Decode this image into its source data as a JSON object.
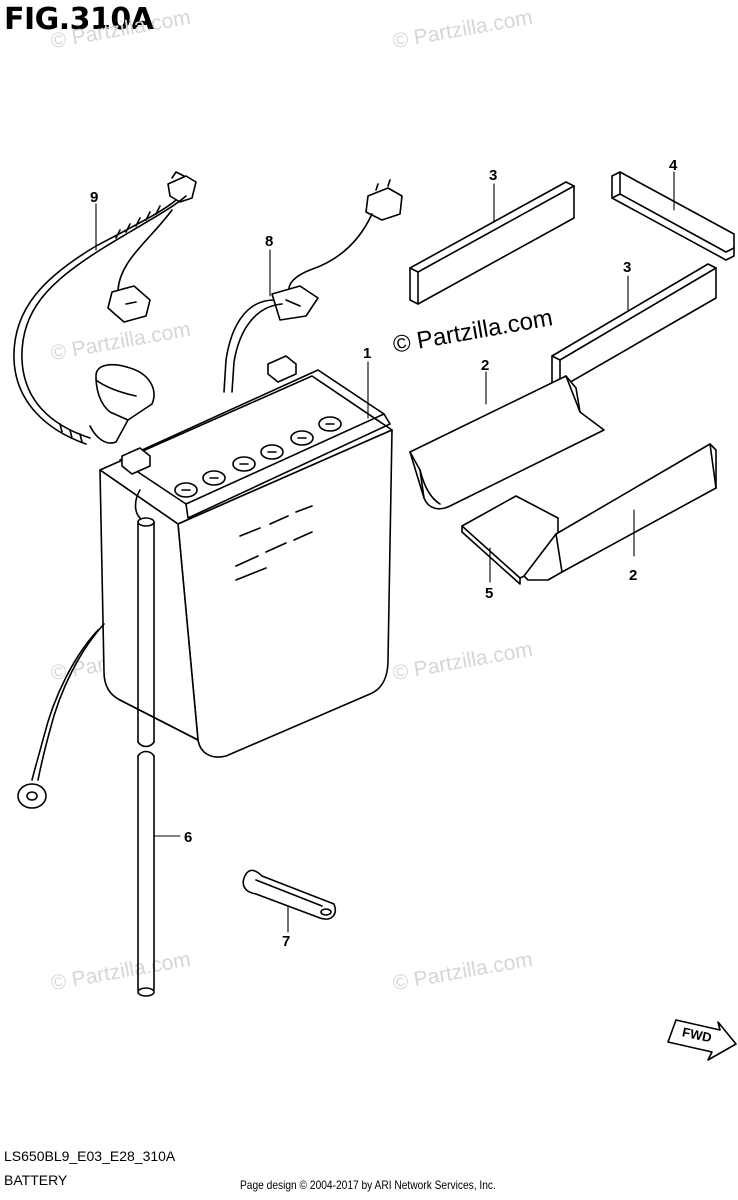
{
  "figure": {
    "title": "FIG.310A",
    "model_code": "LS650BL9_E03_E28_310A",
    "section_name": "BATTERY"
  },
  "watermark": {
    "text": "© Partzilla.com"
  },
  "callouts": [
    "1",
    "2",
    "2",
    "3",
    "3",
    "4",
    "5",
    "6",
    "7",
    "8",
    "9"
  ],
  "fwd_label": "FWD",
  "footer": {
    "copyright": "Page design © 2004-2017 by ARI Network Services, Inc."
  }
}
